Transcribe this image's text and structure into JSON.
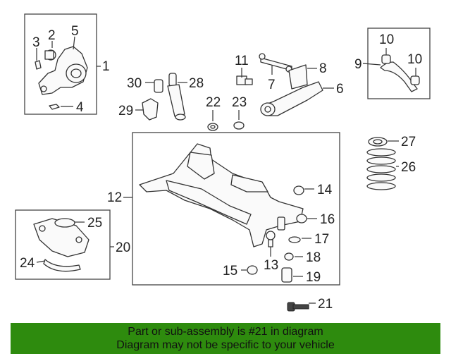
{
  "diagram": {
    "callouts": [
      "1",
      "2",
      "3",
      "4",
      "5",
      "6",
      "7",
      "8",
      "9",
      "10",
      "10",
      "11",
      "12",
      "13",
      "14",
      "15",
      "16",
      "17",
      "18",
      "19",
      "20",
      "21",
      "22",
      "23",
      "24",
      "25",
      "26",
      "27",
      "28",
      "29",
      "30"
    ]
  },
  "footer": {
    "line1": "Part or sub-assembly is #21 in diagram",
    "line2": "Diagram may not be specific to your vehicle"
  },
  "colors": {
    "footer_bg": "#2e8b0e",
    "line": "#333333"
  }
}
